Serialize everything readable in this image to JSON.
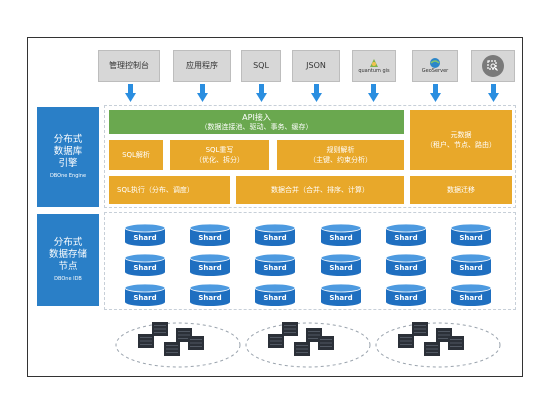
{
  "clients": [
    {
      "label": "管理控制台",
      "icon": null
    },
    {
      "label": "应用程序",
      "icon": null
    },
    {
      "label": "SQL",
      "icon": null
    },
    {
      "label": "JSON",
      "icon": null
    },
    {
      "label": "quantum gis",
      "icon": "qgis-logo-icon"
    },
    {
      "label": "GeoServer",
      "icon": "geoserver-logo-icon"
    },
    {
      "label": "",
      "icon": "search-screenshot-icon"
    }
  ],
  "engine": {
    "title_line1": "分布式",
    "title_line2": "数据库",
    "title_line3": "引擎",
    "subtitle": "DBOne Engine",
    "api_title": "API接入",
    "api_detail": "（数据连接池、驱动、事务、缓存）",
    "sql_parse": "SQL解析",
    "sql_rewrite_title": "SQL重写",
    "sql_rewrite_detail": "（优化、拆分）",
    "rule_parse_title": "规则解析",
    "rule_parse_detail": "（主键、约束分析）",
    "metadata_title": "元数据",
    "metadata_detail": "（租户、节点、路由）",
    "sql_exec": "SQL执行（分布、调度）",
    "data_merge": "数据合并（合并、排序、计算）",
    "data_migrate": "数据迁移"
  },
  "storage": {
    "title_line1": "分布式",
    "title_line2": "数据存储",
    "title_line3": "节点",
    "subtitle": "DBOne IDB",
    "shard_label": "Shard"
  },
  "colors": {
    "blue_accent": "#2a7fc7",
    "green": "#6aa84f",
    "gold": "#e8a82a",
    "shard_blue": "#1f6fc0"
  }
}
